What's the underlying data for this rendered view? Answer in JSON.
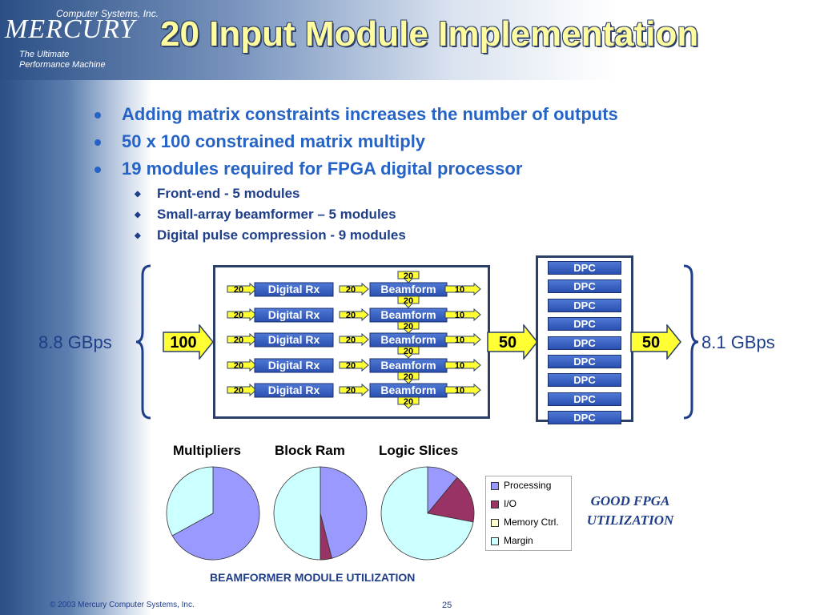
{
  "brand": {
    "company_line": "Computer Systems, Inc.",
    "logo_text": "MERCURY",
    "tagline": [
      "The Ultimate",
      "Performance Machine"
    ]
  },
  "title": "20 Input Module Implementation",
  "bullets": [
    {
      "text": "Adding matrix constraints increases the number of outputs"
    },
    {
      "text": "50 x 100 constrained matrix multiply"
    },
    {
      "text": "19 modules required for FPGA digital processor",
      "sub": [
        "Front-end - 5 modules",
        "Small-array beamformer – 5 modules",
        "Digital pulse compression - 9 modules"
      ]
    }
  ],
  "diagram": {
    "input_rate": "8.8 GBps",
    "output_rate": "8.1 GBps",
    "input_count": "100",
    "mid_count": "50",
    "out_count": "50",
    "rows": [
      {
        "in": "20",
        "rx": "Digital Rx",
        "mid": "20",
        "bf": "Beamform",
        "out": "10"
      },
      {
        "in": "20",
        "rx": "Digital Rx",
        "mid": "20",
        "bf": "Beamform",
        "out": "10"
      },
      {
        "in": "20",
        "rx": "Digital Rx",
        "mid": "20",
        "bf": "Beamform",
        "out": "10"
      },
      {
        "in": "20",
        "rx": "Digital Rx",
        "mid": "20",
        "bf": "Beamform",
        "out": "10"
      },
      {
        "in": "20",
        "rx": "Digital Rx",
        "mid": "20",
        "bf": "Beamform",
        "out": "10"
      }
    ],
    "link_label": "20",
    "dpc_labels": [
      "DPC",
      "DPC",
      "DPC",
      "DPC",
      "DPC",
      "DPC",
      "DPC",
      "DPC",
      "DPC"
    ]
  },
  "chart_data": [
    {
      "type": "pie",
      "title": "Multipliers",
      "labels": [
        "Processing",
        "I/O",
        "Memory Ctrl.",
        "Margin"
      ],
      "values": [
        67,
        0,
        0,
        33
      ],
      "colors": [
        "#9999ff",
        "#993366",
        "#ffffcc",
        "#ccffff"
      ]
    },
    {
      "type": "pie",
      "title": "Block Ram",
      "labels": [
        "Processing",
        "I/O",
        "Memory Ctrl.",
        "Margin"
      ],
      "values": [
        46,
        4,
        0,
        50
      ],
      "colors": [
        "#9999ff",
        "#993366",
        "#ffffcc",
        "#ccffff"
      ]
    },
    {
      "type": "pie",
      "title": "Logic Slices",
      "labels": [
        "Processing",
        "I/O",
        "Memory Ctrl.",
        "Margin"
      ],
      "values": [
        11,
        17,
        0,
        72
      ],
      "colors": [
        "#9999ff",
        "#993366",
        "#ffffcc",
        "#ccffff"
      ]
    }
  ],
  "legend": [
    {
      "label": "Processing",
      "color": "#9999ff"
    },
    {
      "label": "I/O",
      "color": "#993366"
    },
    {
      "label": "Memory Ctrl.",
      "color": "#ffffcc"
    },
    {
      "label": "Margin",
      "color": "#ccffff"
    }
  ],
  "callout": [
    "GOOD FPGA",
    "UTILIZATION"
  ],
  "caption": "BEAMFORMER MODULE UTILIZATION",
  "footer": "© 2003 Mercury Computer Systems, Inc.",
  "page_number": "25"
}
